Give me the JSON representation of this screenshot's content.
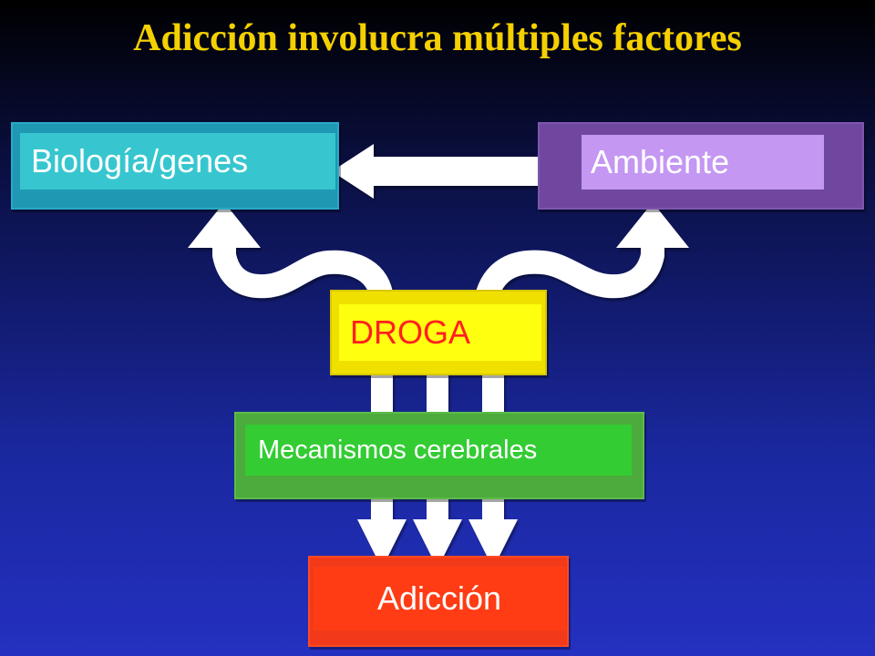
{
  "title": "Adicción involucra múltiples factores",
  "nodes": {
    "biologia": "Biología/genes",
    "ambiente": "Ambiente",
    "droga": "DROGA",
    "mecanismos": "Mecanismos cerebrales",
    "adiccion": "Adicción"
  },
  "colors": {
    "title": "#f5d000",
    "biologia": "#37c6cf",
    "ambiente": "#c497f2",
    "droga": "#ffff10",
    "droga_text": "#ff2020",
    "mecanismos": "#33cc33",
    "adiccion": "#ff3c14",
    "arrows": "#ffffff"
  }
}
